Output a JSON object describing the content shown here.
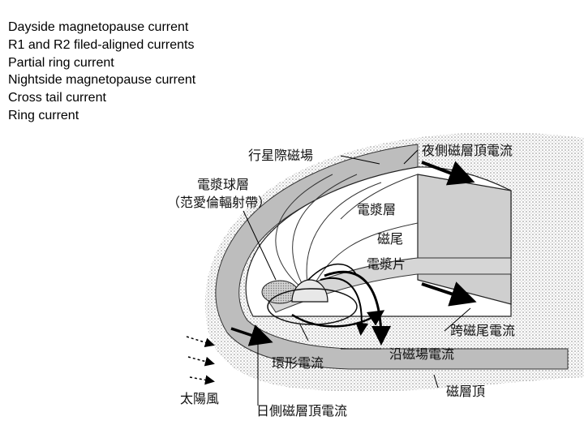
{
  "text_list": [
    "Dayside magnetopause current",
    "R1 and R2 filed-aligned currents",
    "Partial ring current",
    "Nightside magnetopause current",
    "Cross tail current",
    "Ring current"
  ],
  "diagram_labels": {
    "imf": "行星際磁場",
    "nightside_mp_current": "夜側磁層頂電流",
    "plasmasphere_line1": "電漿球層",
    "plasmasphere_line2": "（范愛倫輻射帶）",
    "magnetosheath": "電漿層",
    "magnetotail": "磁尾",
    "plasma_sheet": "電漿片",
    "cross_tail_current": "跨磁尾電流",
    "field_aligned_current": "沿磁場電流",
    "ring_current": "環形電流",
    "magnetopause": "磁層頂",
    "solar_wind": "太陽風",
    "dayside_mp_current": "日側磁層頂電流"
  },
  "colors": {
    "text": "#000000",
    "stipple": "#9a9a9a",
    "shading": "#c8c8c8"
  }
}
